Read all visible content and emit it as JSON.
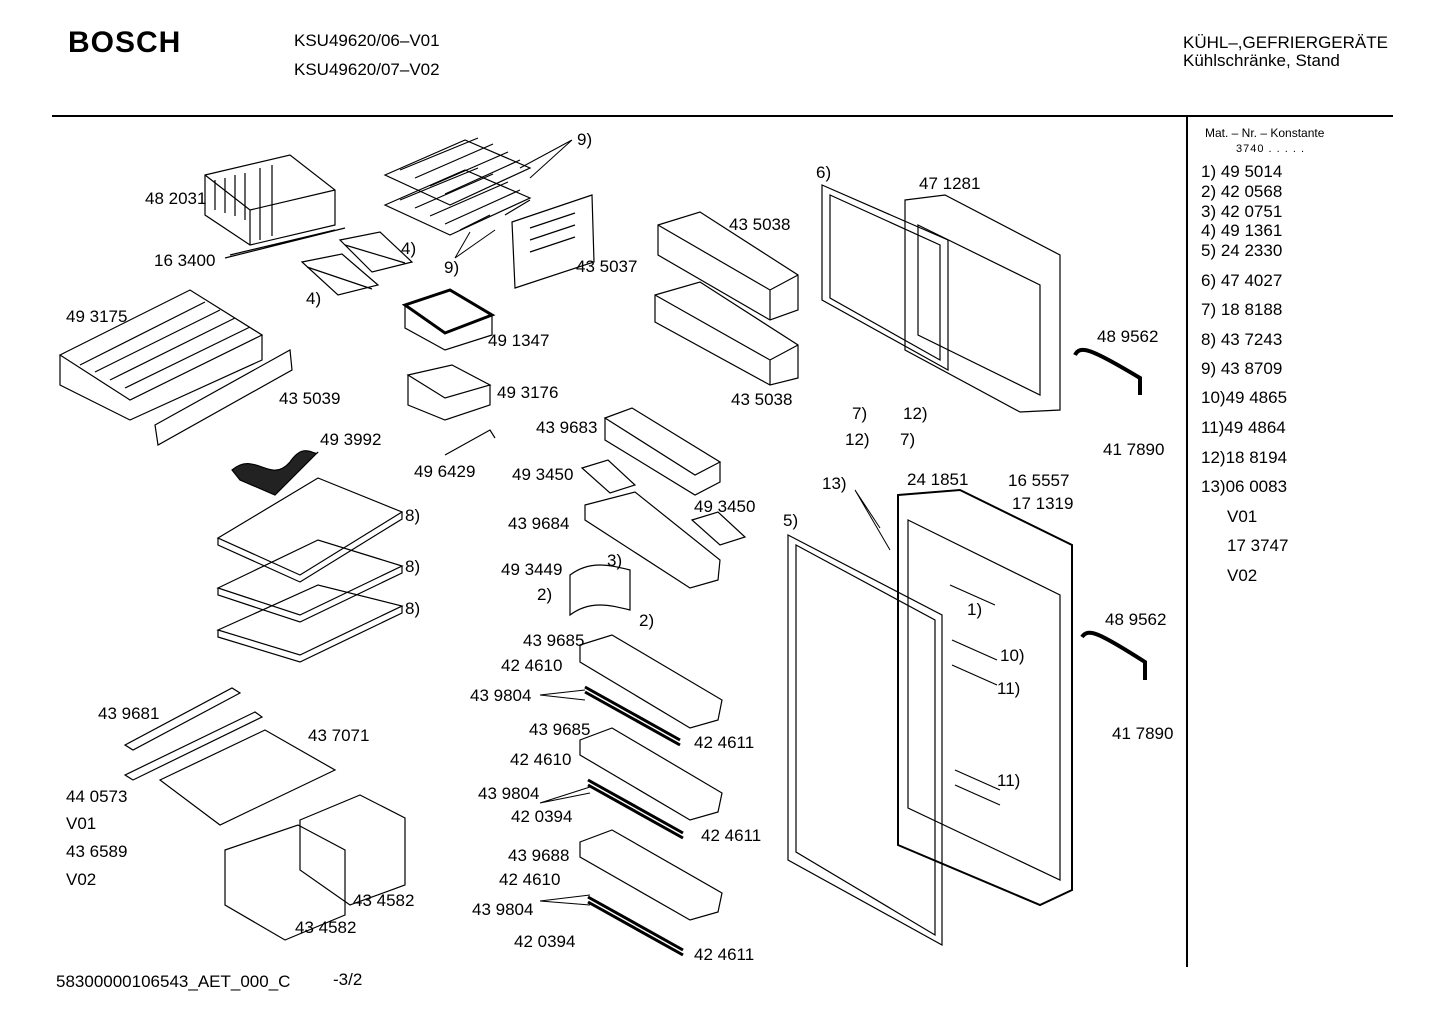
{
  "header": {
    "brand": "BOSCH",
    "model_lines": [
      "KSU49620/06–V01",
      "KSU49620/07–V02"
    ],
    "category_lines": [
      "KÜHL–,GEFRIERGERÄTE",
      "Kühlschränke, Stand"
    ]
  },
  "sidebar": {
    "heading": "Mat. – Nr. – Konstante",
    "constant": "3740  .  .  .  .  .",
    "items": [
      "1)  49 5014",
      "2)  42 0568",
      "3)  42 0751",
      "4)  49 1361",
      "5)  24 2330",
      "6)  47 4027",
      "7)  18 8188",
      "8)  43 7243",
      "9)  43 8709",
      "10)49 4865",
      "11)49 4864",
      "12)18 8194",
      "13)06 0083",
      "V01",
      "17 3747",
      "V02"
    ]
  },
  "labels": [
    "48 2031",
    "16 3400",
    "9)",
    "9)",
    "4)",
    "4)",
    "43 5037",
    "43 5038",
    "6)",
    "47 1281",
    "49 3175",
    "49 1347",
    "48 9562",
    "43 5039",
    "49 3176",
    "43 5038",
    "7)",
    "12)",
    "12)",
    "7)",
    "49 3992",
    "43 9683",
    "41 7890",
    "49 6429",
    "49 3450",
    "13)",
    "24 1851",
    "16 5557",
    "17 1319",
    "8)",
    "49 3450",
    "43 9684",
    "5)",
    "3)",
    "8)",
    "49 3449",
    "2)",
    "1)",
    "8)",
    "2)",
    "48 9562",
    "43 9685",
    "10)",
    "42 4610",
    "11)",
    "43 9804",
    "43 9681",
    "43 7071",
    "43 9685",
    "42 4611",
    "41 7890",
    "42 4610",
    "11)",
    "44 0573",
    "43 9804",
    "V01",
    "42 0394",
    "42 4611",
    "43 6589",
    "43 9688",
    "V02",
    "42 4610",
    "43 4582",
    "43 9804",
    "43 4582",
    "42 0394",
    "42 4611"
  ],
  "footer": {
    "doc_id": "58300000106543_AET_000_C",
    "page": "-3/2"
  }
}
